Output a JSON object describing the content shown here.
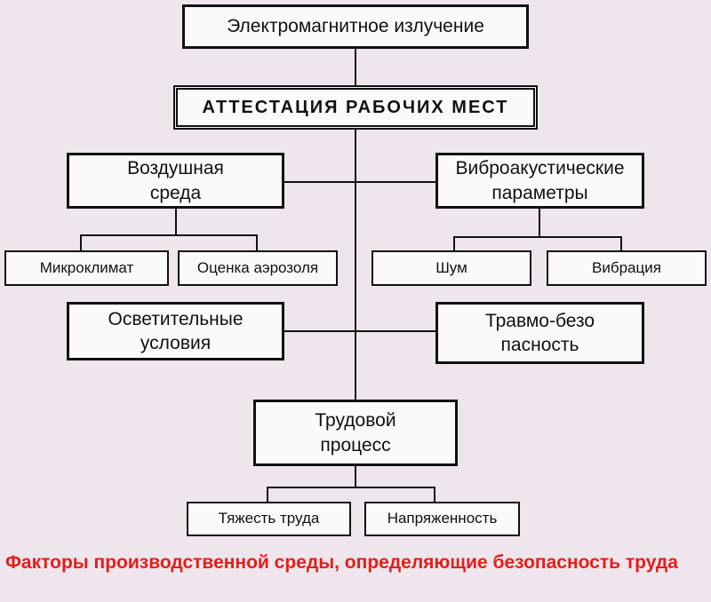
{
  "diagram": {
    "top": "Электромагнитное излучение",
    "center": "АТТЕСТАЦИЯ РАБОЧИХ МЕСТ",
    "air": "Воздушная среда",
    "air_children": [
      "Микроклимат",
      "Оценка аэрозоля"
    ],
    "vibro": "Виброакустические параметры",
    "vibro_children": [
      "Шум",
      "Вибрация"
    ],
    "light": "Осветительные условия",
    "injury": "Травмо-безопасность",
    "labor": "Трудовой процесс",
    "labor_children": [
      "Тяжесть труда",
      "Напряженность"
    ]
  },
  "caption": "Факторы производственной среды, определяющие безопасность труда"
}
